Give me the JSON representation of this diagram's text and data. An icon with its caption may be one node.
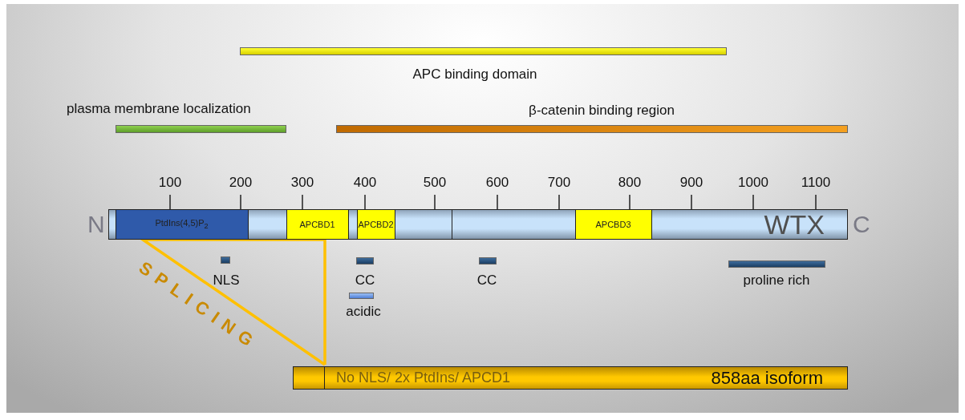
{
  "diagram": {
    "nodes": [
      {
        "text": [
          "APC binding domain"
        ]
      },
      {
        "text": [
          "plasma membrane localization"
        ]
      },
      {
        "text": [
          "β-catenin binding region"
        ]
      },
      {
        "text": [
          "WTX"
        ],
        "beside": [
          "N",
          "C"
        ]
      },
      {
        "text": [
          "PtdIns(4,5)P$_{2}$"
        ],
        "in": 3
      },
      {
        "text": [
          "APCBD1"
        ],
        "in": 3
      },
      {
        "text": [
          "APCBD2"
        ],
        "in": 3
      },
      {
        "text": [
          "APCBD3"
        ],
        "in": 3
      },
      {
        "text": [
          "NLS"
        ]
      },
      {
        "text": [
          "CC"
        ]
      },
      {
        "text": [
          "CC"
        ]
      },
      {
        "text": [
          "proline rich"
        ]
      },
      {
        "text": [
          "acidic"
        ]
      },
      {
        "text": [
          "No NLS/ 2x PtdIns/ APCD1",
          "858aa isoform"
        ]
      }
    ],
    "edges": [
      {
        "from": 3,
        "to": 13,
        "arrow": "none",
        "label": "SPLICING"
      }
    ],
    "labels": [
      "100",
      "200",
      "300",
      "400",
      "500",
      "600",
      "700",
      "800",
      "900",
      "1000",
      "1100"
    ]
  }
}
